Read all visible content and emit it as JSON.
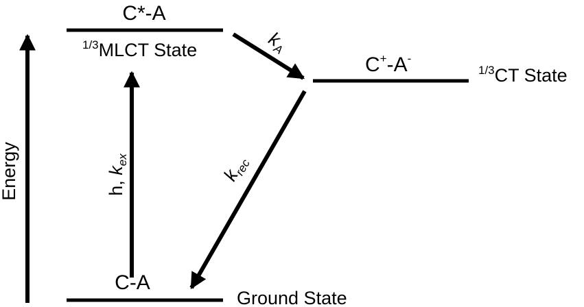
{
  "axis": {
    "label": "Energy"
  },
  "states": {
    "excited": {
      "species": "C*-A",
      "mult": "1/3",
      "name": "MLCT State"
    },
    "ct": {
      "species_c": "C",
      "charge_c": "+",
      "species_a": "-A",
      "charge_a": "-",
      "mult": "1/3",
      "name": "CT State"
    },
    "ground": {
      "species": "C-A",
      "name": "Ground State"
    }
  },
  "transitions": {
    "excitation": {
      "prefix": "h, ",
      "k": "k",
      "sub": "ex"
    },
    "charge_transfer": {
      "k": "k",
      "sub": "A"
    },
    "recombination": {
      "k": "k",
      "sub": "rec"
    }
  },
  "colors": {
    "ink": "#000000",
    "background": "#ffffff"
  }
}
